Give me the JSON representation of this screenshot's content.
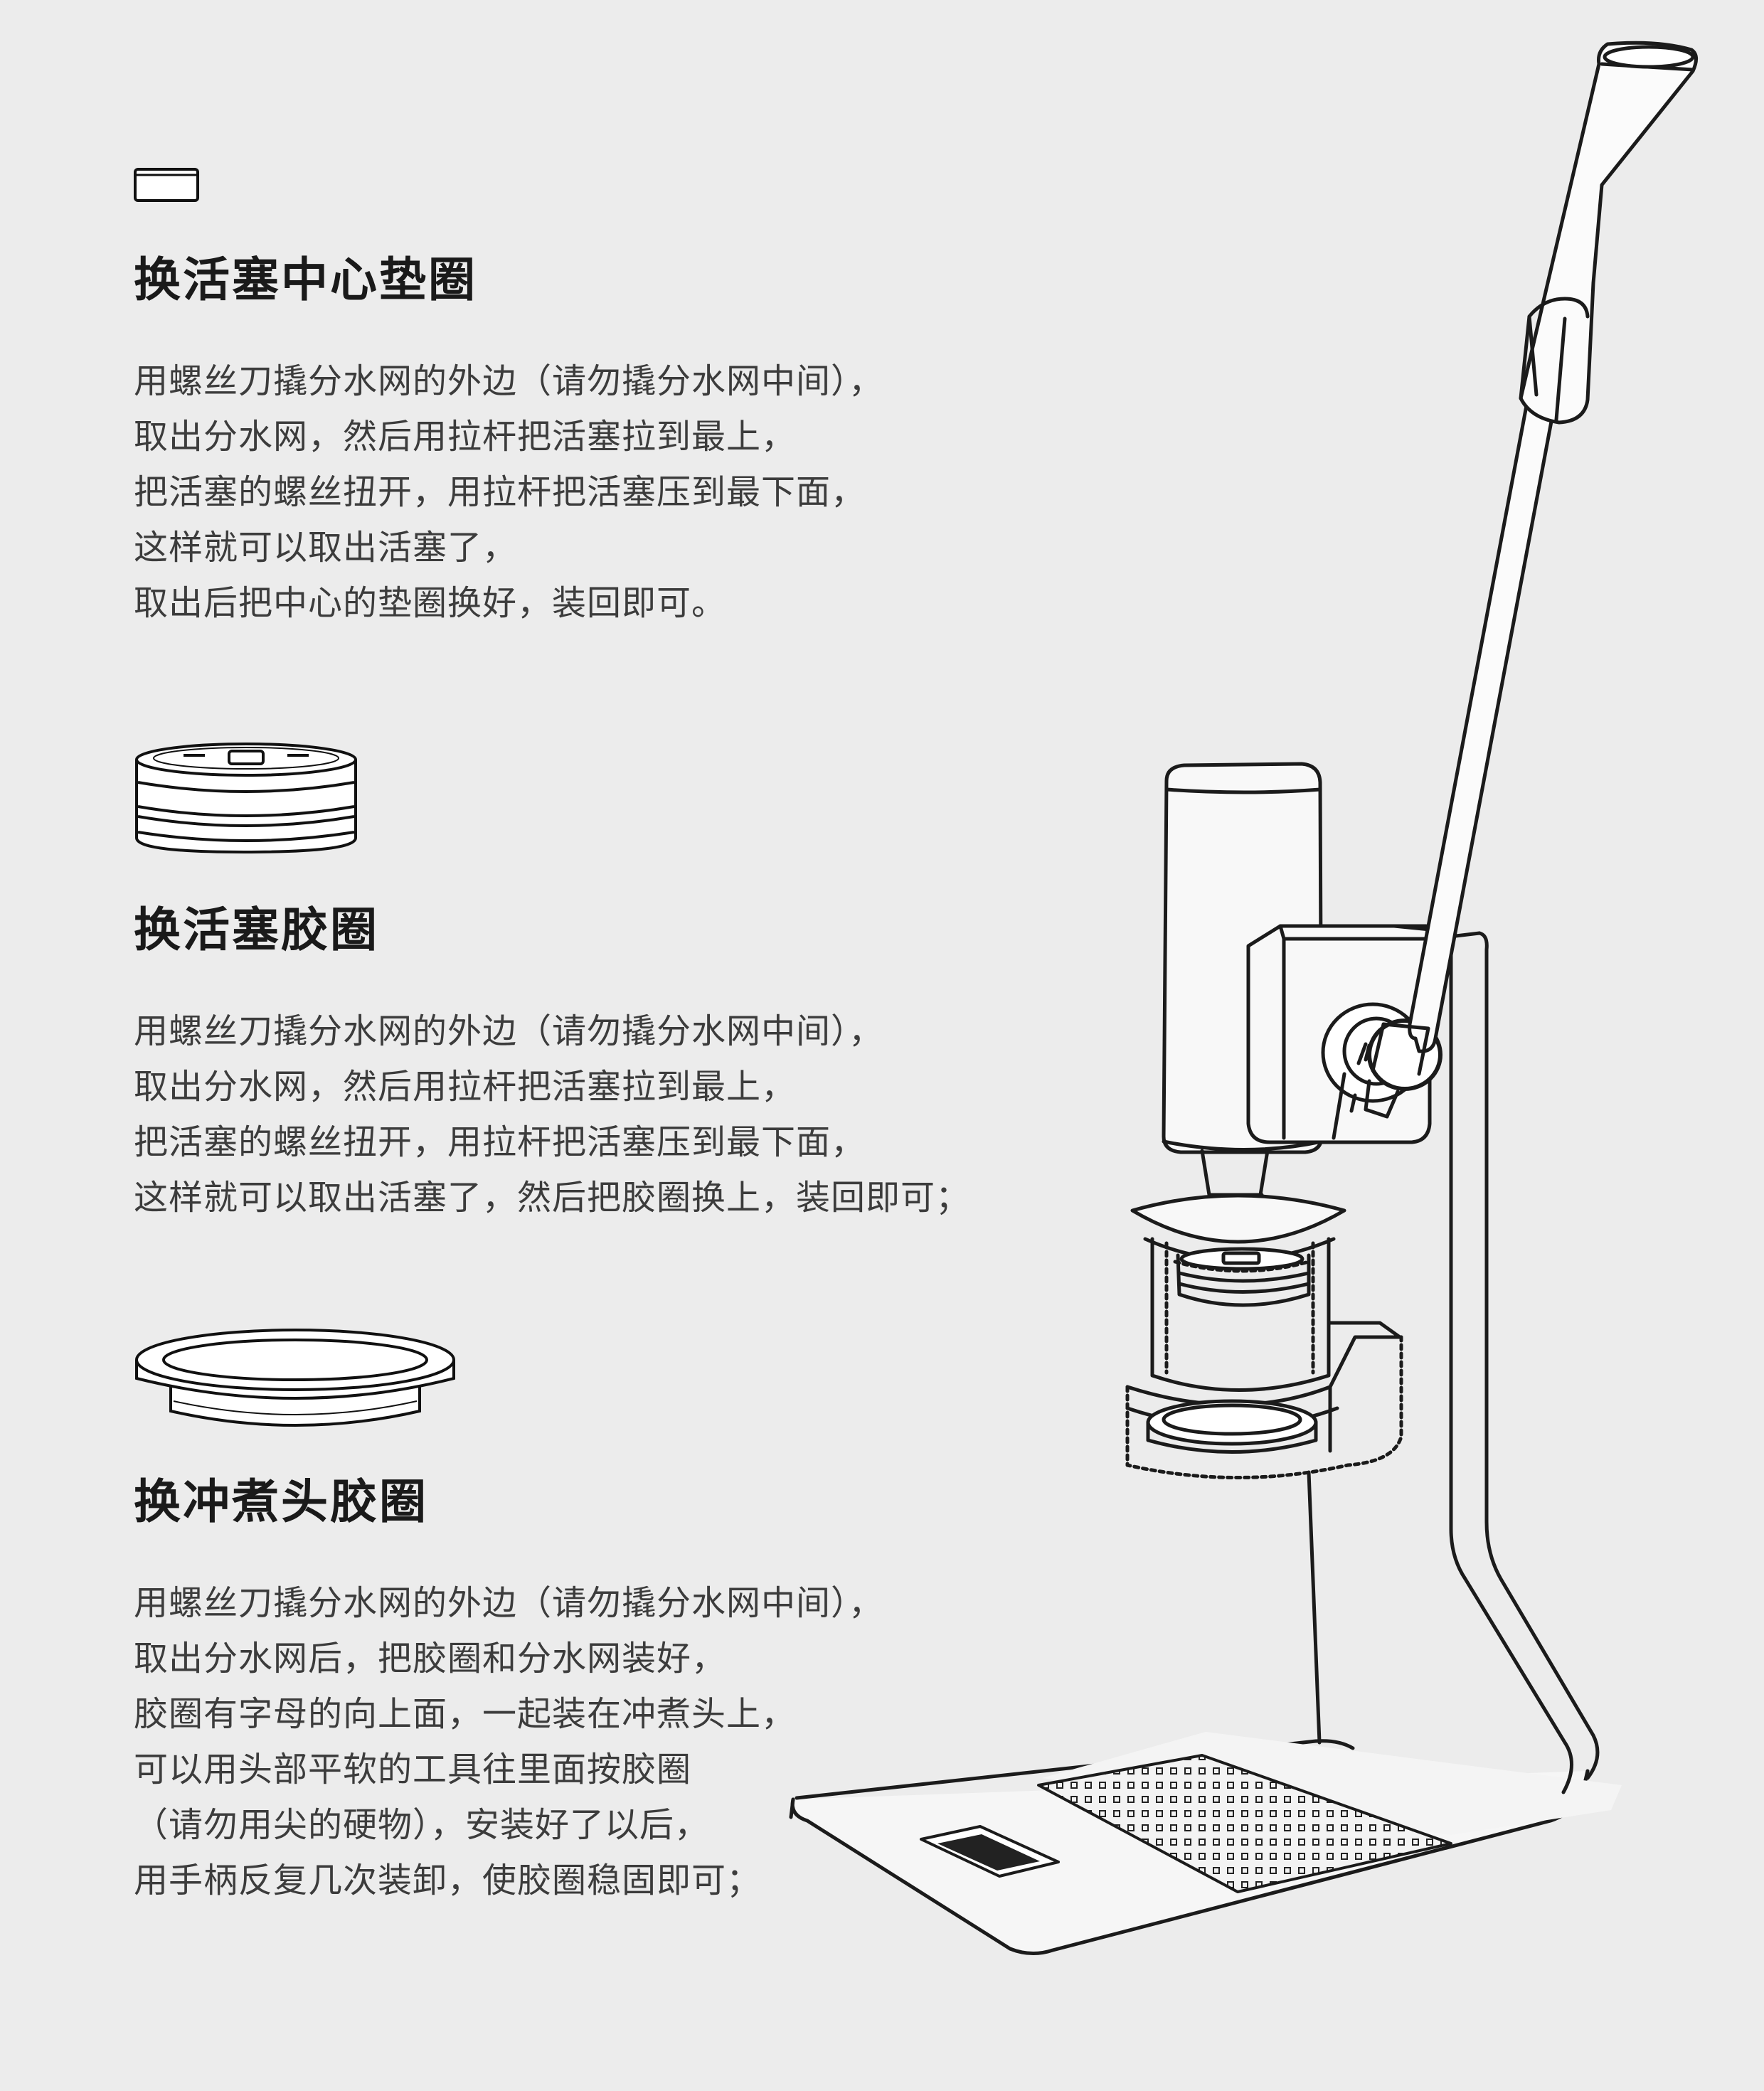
{
  "sections": [
    {
      "icon": "gasket-icon",
      "title": "换活塞中心垫圈",
      "lines": [
        "用螺丝刀撬分水网的外边（请勿撬分水网中间），",
        "取出分水网，然后用拉杆把活塞拉到最上，",
        "把活塞的螺丝扭开，用拉杆把活塞压到最下面，",
        "这样就可以取出活塞了，",
        "取出后把中心的垫圈换好，装回即可。"
      ]
    },
    {
      "icon": "piston-icon",
      "title": "换活塞胶圈",
      "lines": [
        "用螺丝刀撬分水网的外边（请勿撬分水网中间），",
        "取出分水网，然后用拉杆把活塞拉到最上，",
        "把活塞的螺丝扭开，用拉杆把活塞压到最下面，",
        "这样就可以取出活塞了，然后把胶圈换上，装回即可；"
      ]
    },
    {
      "icon": "seal-ring-icon",
      "title": "换冲煮头胶圈",
      "lines": [
        "用螺丝刀撬分水网的外边（请勿撬分水网中间），",
        "取出分水网后，把胶圈和分水网装好，",
        "胶圈有字母的向上面，一起装在冲煮头上，",
        "可以用头部平软的工具往里面按胶圈",
        "（请勿用尖的硬物），安装好了以后，",
        "用手柄反复几次装卸，使胶圈稳固即可；"
      ]
    }
  ]
}
